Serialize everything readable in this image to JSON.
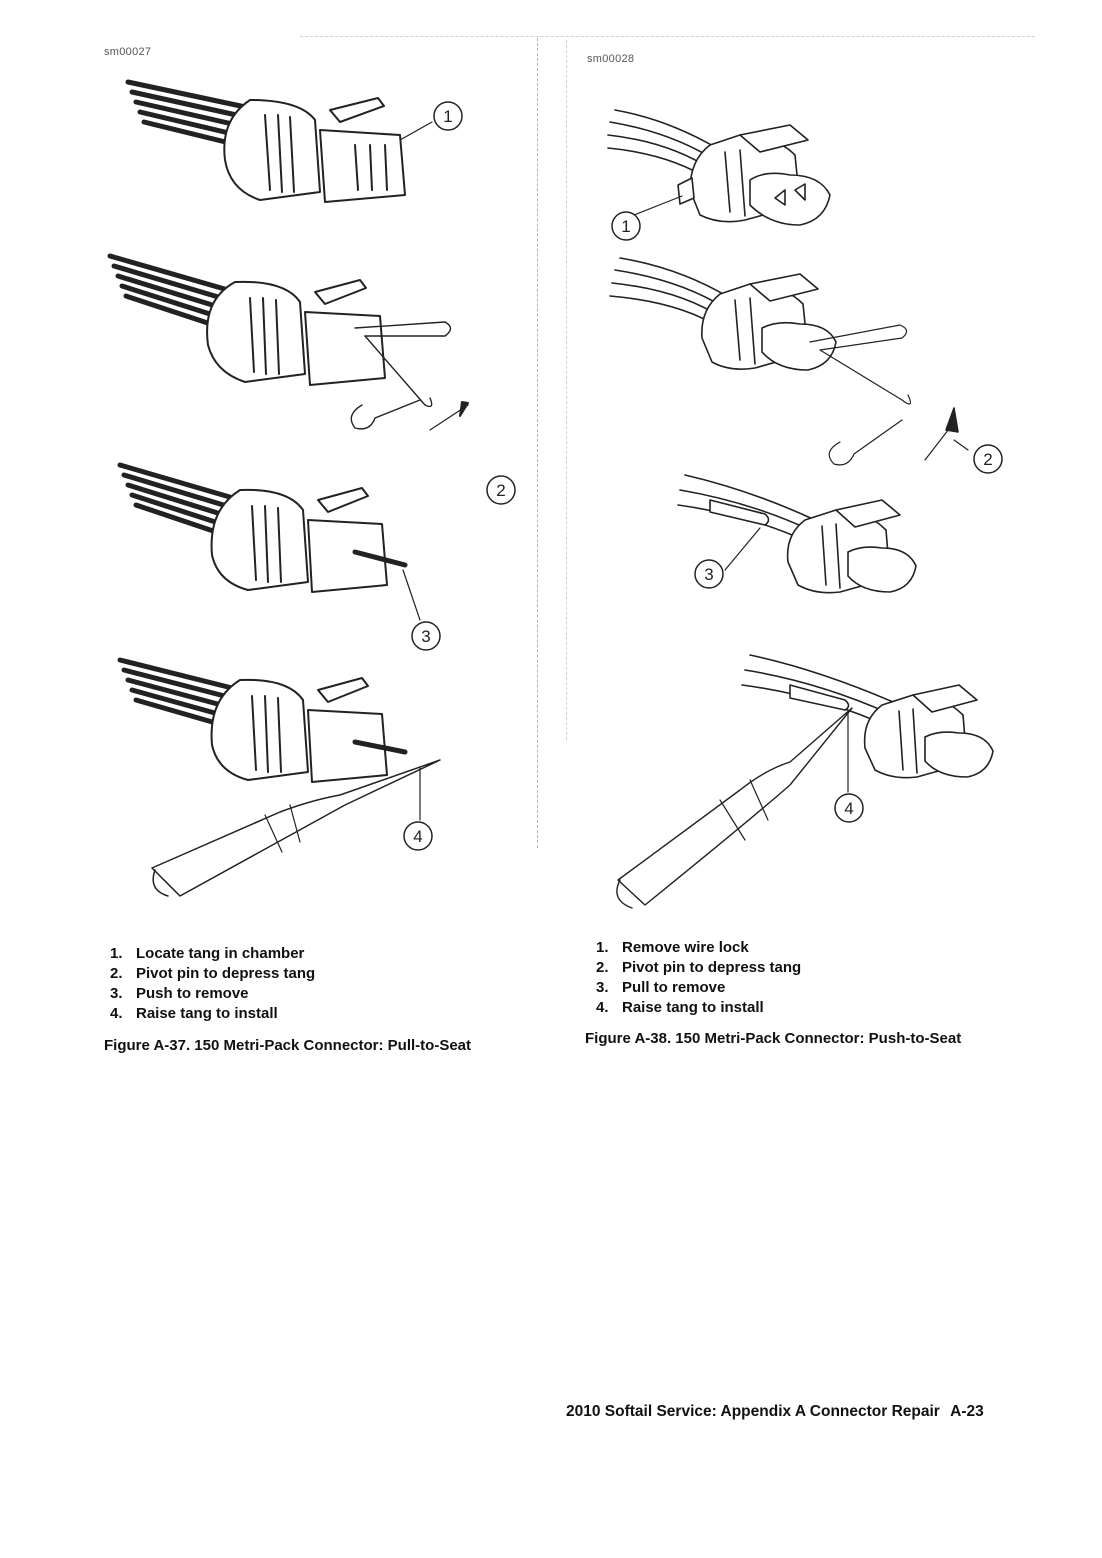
{
  "left_figure": {
    "id": "sm00027",
    "callouts": [
      "1",
      "2",
      "3",
      "4"
    ],
    "legend": [
      {
        "num": "1.",
        "text": "Locate tang in chamber"
      },
      {
        "num": "2.",
        "text": "Pivot pin to depress tang"
      },
      {
        "num": "3.",
        "text": "Push to remove"
      },
      {
        "num": "4.",
        "text": "Raise tang to install"
      }
    ],
    "caption": "Figure A-37. 150 Metri-Pack Connector: Pull-to-Seat"
  },
  "right_figure": {
    "id": "sm00028",
    "callouts": [
      "1",
      "2",
      "3",
      "4"
    ],
    "legend": [
      {
        "num": "1.",
        "text": "Remove wire lock"
      },
      {
        "num": "2.",
        "text": "Pivot pin to depress tang"
      },
      {
        "num": "3.",
        "text": "Pull to remove"
      },
      {
        "num": "4.",
        "text": "Raise tang to install"
      }
    ],
    "caption": "Figure A-38. 150 Metri-Pack Connector: Push-to-Seat"
  },
  "footer": {
    "text": "2010 Softail Service: Appendix A Connector Repair",
    "page": "A-23"
  }
}
